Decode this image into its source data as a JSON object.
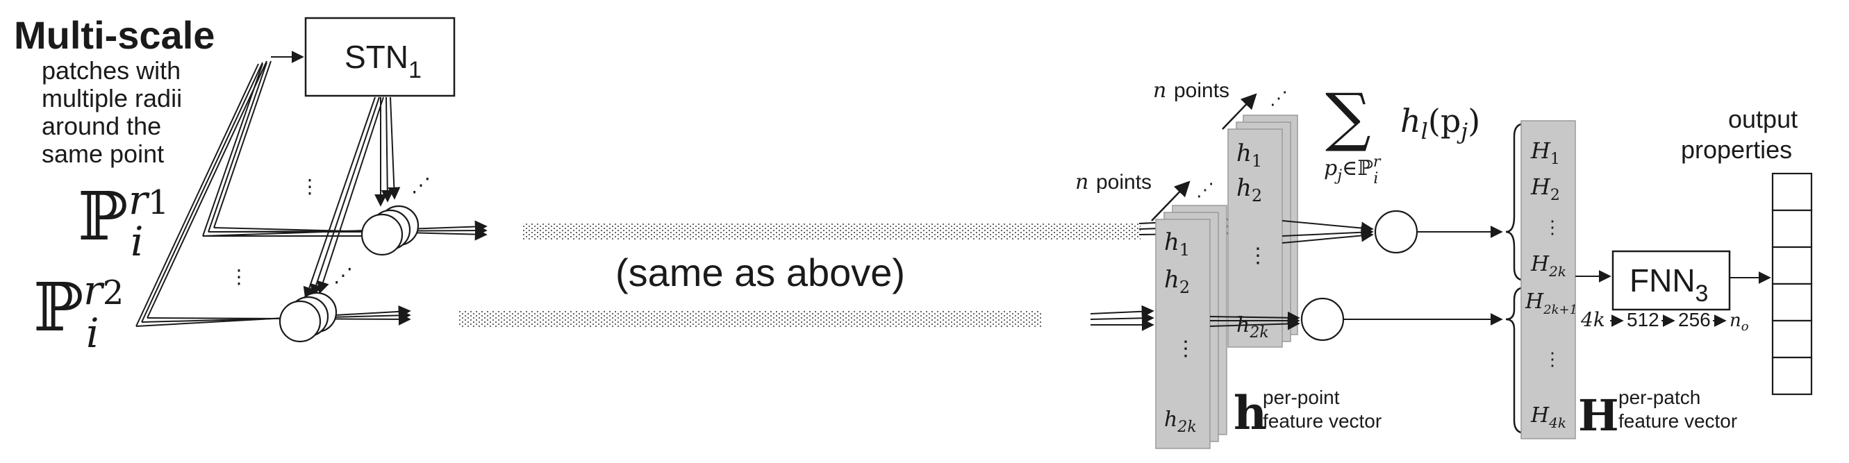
{
  "title": "Multi-scale",
  "subtitle_lines": [
    "patches with",
    "multiple radii",
    "around the",
    "same point"
  ],
  "stn_label": "STN",
  "stn_sub": "1",
  "patch_symbol": "ℙ",
  "patch_sub": "i",
  "patch_r1_sup": "r",
  "patch_r1_sup_sub": "1",
  "patch_r2_sup": "r",
  "patch_r2_sup_sub": "2",
  "same_as_above": "(same as above)",
  "n_points_label": "points",
  "n_var": "n",
  "sum_symbol": "∑",
  "sum_expr": "h",
  "sum_expr_sub": "l",
  "sum_expr_arg": "(p",
  "sum_expr_arg_sub": "j",
  "sum_expr_close": ")",
  "sum_index": "p",
  "sum_index_sub": "j",
  "sum_index_in": "∈ℙ",
  "sum_index_sup": "r",
  "sum_index_subi": "i",
  "h_stack_front": [
    "h",
    "h",
    "⋮",
    "h"
  ],
  "h_stack_subs": [
    "1",
    "2",
    "",
    "2k"
  ],
  "H_column": [
    "H",
    "H",
    "⋮",
    "H",
    "H",
    "⋮",
    "H"
  ],
  "H_column_subs": [
    "1",
    "2",
    "",
    "2k",
    "2k+1",
    "",
    "4k"
  ],
  "h_vec_symbol": "h",
  "h_vec_label_top": "per-point",
  "h_vec_label_bottom": "feature vector",
  "H_vec_symbol": "H",
  "H_vec_label_top": "per-patch",
  "H_vec_label_bottom": "feature vector",
  "fnn_label": "FNN",
  "fnn_sub": "3",
  "fnn_dims": [
    "4k",
    "512",
    "256",
    "n"
  ],
  "fnn_dims_last_sub": "o",
  "output_title_lines": [
    "output",
    "properties"
  ],
  "output_cells": 6,
  "colors": {
    "ink": "#1a1a1a",
    "stack_gray": "#c8c8c8",
    "stack_edge": "#9a9a9a"
  }
}
